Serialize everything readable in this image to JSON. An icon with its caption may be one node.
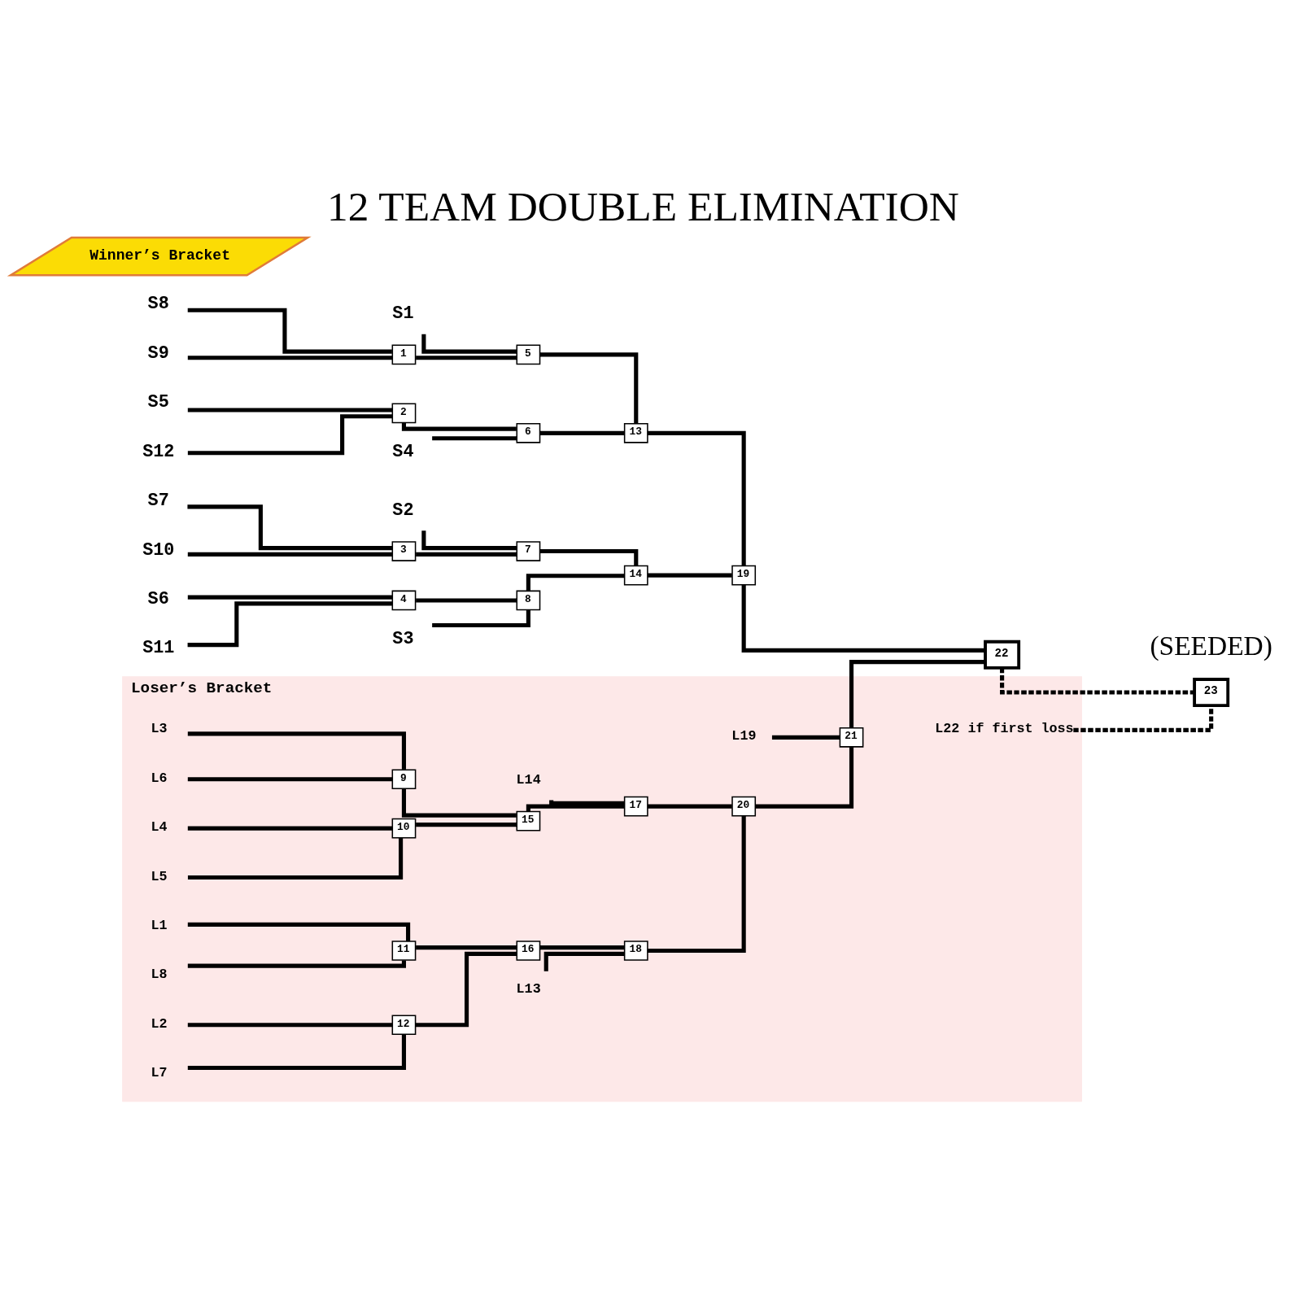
{
  "diagram": {
    "title": "12 TEAM DOUBLE ELIMINATION",
    "nodes": [
      {
        "text": [
          "Winner’s Bracket"
        ]
      },
      {
        "text": [
          "S1"
        ]
      },
      {
        "text": [
          "5"
        ]
      },
      {
        "text": [
          "S8"
        ]
      },
      {
        "text": [
          "1"
        ]
      },
      {
        "text": [
          "S9"
        ]
      },
      {
        "text": [
          "13"
        ]
      },
      {
        "text": [
          "S5"
        ]
      },
      {
        "text": [
          "2"
        ]
      },
      {
        "text": [
          "S12"
        ]
      },
      {
        "text": [
          "6"
        ]
      },
      {
        "text": [
          "S4"
        ]
      },
      {
        "text": [
          "19"
        ]
      },
      {
        "text": [
          "S2"
        ]
      },
      {
        "text": [
          "7"
        ]
      },
      {
        "text": [
          "S7"
        ]
      },
      {
        "text": [
          "3"
        ]
      },
      {
        "text": [
          "S10"
        ]
      },
      {
        "text": [
          "14"
        ]
      },
      {
        "text": [
          "S6"
        ]
      },
      {
        "text": [
          "4"
        ]
      },
      {
        "text": [
          "S11"
        ]
      },
      {
        "text": [
          "8"
        ]
      },
      {
        "text": [
          "22"
        ]
      },
      {
        "text": [
          "S3"
        ]
      },
      {
        "text": [
          "Loser’s Bracket"
        ]
      },
      {
        "text": [
          "L19"
        ],
        "in": 25
      },
      {
        "text": [
          "L3"
        ],
        "in": 25
      },
      {
        "text": [
          "L14"
        ],
        "in": 25
      },
      {
        "text": [
          "9"
        ],
        "in": 25
      },
      {
        "text": [
          "17"
        ],
        "in": 25
      },
      {
        "text": [
          "23"
        ]
      },
      {
        "text": [
          "21"
        ],
        "in": 25
      },
      {
        "text": [
          "L6"
        ],
        "in": 25
      },
      {
        "text": [
          "15"
        ],
        "in": 25
      },
      {
        "text": [
          "L4"
        ],
        "in": 25
      },
      {
        "text": [
          "20"
        ],
        "in": 25
      },
      {
        "text": [
          "10"
        ],
        "in": 25
      },
      {
        "text": [
          "L5"
        ],
        "in": 25
      },
      {
        "text": [
          "L1"
        ],
        "in": 25
      },
      {
        "text": [
          "11"
        ],
        "in": 25
      },
      {
        "text": [
          "L8"
        ],
        "in": 25
      },
      {
        "text": [
          "16"
        ],
        "in": 25
      },
      {
        "text": [
          "L2"
        ],
        "in": 25
      },
      {
        "text": [
          "18"
        ],
        "in": 25
      },
      {
        "text": [
          "12"
        ],
        "in": 25
      },
      {
        "text": [
          "L7"
        ],
        "in": 25
      },
      {
        "text": [
          "L13"
        ],
        "in": 25
      },
      {
        "text": [
          "L22 if first loss"
        ],
        "in": 25
      }
    ],
    "edges": [
      {
        "from": 1,
        "to": 2,
        "arrow": "none"
      },
      {
        "from": 3,
        "to": 4,
        "arrow": "none"
      },
      {
        "from": 5,
        "to": 4,
        "arrow": "none"
      },
      {
        "from": 4,
        "to": 2,
        "arrow": "none"
      },
      {
        "from": 7,
        "to": 8,
        "arrow": "none"
      },
      {
        "from": 9,
        "to": 8,
        "arrow": "none"
      },
      {
        "from": 8,
        "to": 10,
        "arrow": "none"
      },
      {
        "from": 11,
        "to": 10,
        "arrow": "none"
      },
      {
        "from": 2,
        "to": 6,
        "arrow": "none"
      },
      {
        "from": 10,
        "to": 6,
        "arrow": "none"
      },
      {
        "from": 13,
        "to": 14,
        "arrow": "none"
      },
      {
        "from": 15,
        "to": 16,
        "arrow": "none"
      },
      {
        "from": 17,
        "to": 16,
        "arrow": "none"
      },
      {
        "from": 16,
        "to": 14,
        "arrow": "none"
      },
      {
        "from": 19,
        "to": 20,
        "arrow": "none"
      },
      {
        "from": 21,
        "to": 20,
        "arrow": "none"
      },
      {
        "from": 20,
        "to": 22,
        "arrow": "none"
      },
      {
        "from": 24,
        "to": 22,
        "arrow": "none"
      },
      {
        "from": 14,
        "to": 18,
        "arrow": "none"
      },
      {
        "from": 22,
        "to": 18,
        "arrow": "none"
      },
      {
        "from": 6,
        "to": 12,
        "arrow": "none"
      },
      {
        "from": 18,
        "to": 12,
        "arrow": "none"
      },
      {
        "from": 12,
        "to": 23,
        "arrow": "none"
      },
      {
        "from": 32,
        "to": 23,
        "arrow": "none"
      },
      {
        "from": 23,
        "to": 31,
        "arrow": "none",
        "style": "dashed"
      },
      {
        "from": 48,
        "to": 31,
        "arrow": "none",
        "style": "dashed"
      },
      {
        "from": 27,
        "to": 29,
        "arrow": "none"
      },
      {
        "from": 33,
        "to": 29,
        "arrow": "none"
      },
      {
        "from": 35,
        "to": 37,
        "arrow": "none"
      },
      {
        "from": 38,
        "to": 37,
        "arrow": "none"
      },
      {
        "from": 39,
        "to": 40,
        "arrow": "none"
      },
      {
        "from": 41,
        "to": 40,
        "arrow": "none"
      },
      {
        "from": 43,
        "to": 45,
        "arrow": "none"
      },
      {
        "from": 46,
        "to": 45,
        "arrow": "none"
      },
      {
        "from": 29,
        "to": 34,
        "arrow": "none"
      },
      {
        "from": 37,
        "to": 34,
        "arrow": "none"
      },
      {
        "from": 40,
        "to": 42,
        "arrow": "none"
      },
      {
        "from": 45,
        "to": 42,
        "arrow": "none"
      },
      {
        "from": 28,
        "to": 30,
        "arrow": "none"
      },
      {
        "from": 34,
        "to": 30,
        "arrow": "none"
      },
      {
        "from": 42,
        "to": 44,
        "arrow": "none"
      },
      {
        "from": 47,
        "to": 44,
        "arrow": "none"
      },
      {
        "from": 30,
        "to": 36,
        "arrow": "none"
      },
      {
        "from": 44,
        "to": 36,
        "arrow": "none"
      },
      {
        "from": 26,
        "to": 32,
        "arrow": "none"
      },
      {
        "from": 36,
        "to": 32,
        "arrow": "none"
      }
    ],
    "labels": [
      "(SEEDED)"
    ]
  }
}
